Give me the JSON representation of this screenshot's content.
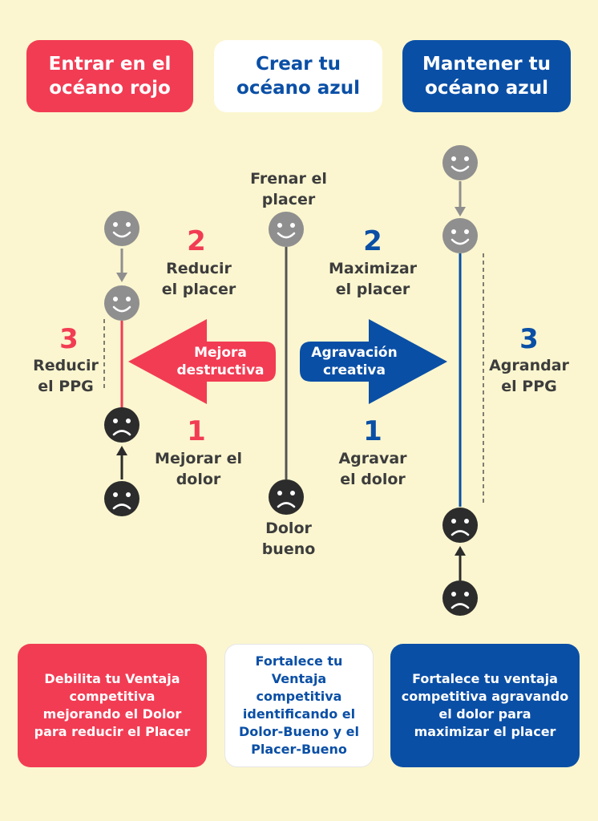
{
  "headers": {
    "red": "Entrar en el océano rojo",
    "white": "Crear tu océano azul",
    "blue": "Mantener tu océano azul"
  },
  "left": {
    "num2": "2",
    "reduce_pleasure": "Reducir el placer",
    "num3": "3",
    "reduce_ppg": "Reducir el PPG",
    "num1": "1",
    "improve_pain": "Mejorar el dolor"
  },
  "center": {
    "stop_pleasure": "Frenar el placer",
    "good_pain": "Dolor bueno",
    "arrow_left": "Mejora destructiva",
    "arrow_right": "Agravación creativa"
  },
  "right": {
    "num2": "2",
    "maximize_pleasure": "Maximizar el placer",
    "num3": "3",
    "enlarge_ppg": "Agrandar el PPG",
    "num1": "1",
    "aggravate_pain": "Agravar el dolor"
  },
  "footers": {
    "red": "Debilita tu Ventaja competitiva mejorando el Dolor para reducir el Placer",
    "white": "Fortalece tu Ventaja competitiva identificando el Dolor-Bueno y el Placer-Bueno",
    "blue": "Fortalece tu ventaja competitiva agravando el dolor para maximizar el placer"
  },
  "colors": {
    "background": "#fbf6cf",
    "red": "#f23c54",
    "blue": "#0a4fa6",
    "gray_face": "#8f8f8f",
    "dark_face": "#2c2c2c",
    "line_gray": "#555555"
  },
  "icons": [
    "smiley-face-icon",
    "sad-face-icon",
    "arrow-down-icon",
    "arrow-up-icon"
  ]
}
